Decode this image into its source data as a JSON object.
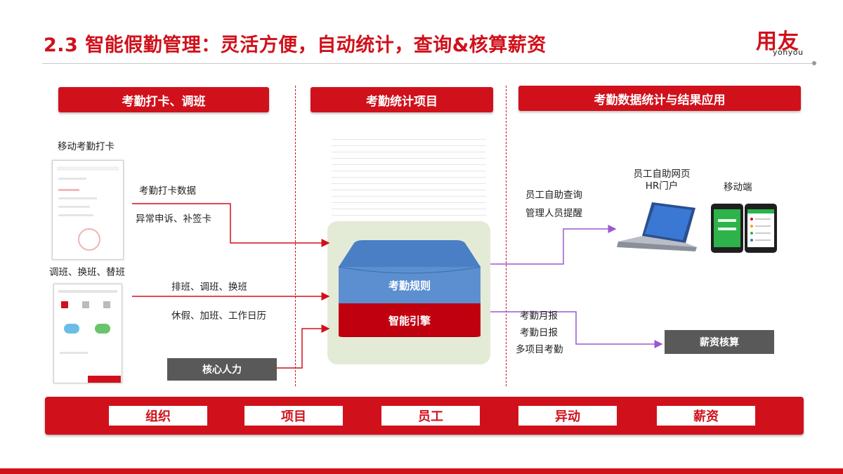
{
  "title": "2.3 智能假勤管理：灵活方便，自动统计，查询&核算薪资",
  "logo": {
    "cn": "用友",
    "en": "yonyou"
  },
  "colors": {
    "brand_red": "#d0111b",
    "grey": "#595959",
    "blue": "#5b8fd0",
    "purple": "#9b59d0",
    "green_panel": "#e3ebd7"
  },
  "columns": {
    "left": "考勤打卡、调班",
    "middle": "考勤统计项目",
    "right": "考勤数据统计与结果应用"
  },
  "left": {
    "mobile_clock_label": "移动考勤打卡",
    "shift_label": "调班、换班、替班",
    "arrow1_labels": [
      "考勤打卡数据",
      "异常申诉、补签卡"
    ],
    "arrow2_labels": [
      "排班、调班、换班",
      "休假、加班、工作日历"
    ],
    "core_hr": "核心人力"
  },
  "engine": {
    "rules": "考勤规则",
    "core": "智能引擎"
  },
  "right": {
    "query_labels": [
      "员工自助查询",
      "管理人员提醒"
    ],
    "portal_label": [
      "员工自助网页",
      "HR门户"
    ],
    "mobile_label": "移动端",
    "report_labels": [
      "考勤月报",
      "考勤日报",
      "多项目考勤"
    ],
    "payroll": "薪资核算"
  },
  "bottom_items": [
    "组织",
    "项目",
    "员工",
    "异动",
    "薪资"
  ],
  "icons": [
    "gears-icon",
    "laptop-icon",
    "mobile-phones-icon"
  ]
}
